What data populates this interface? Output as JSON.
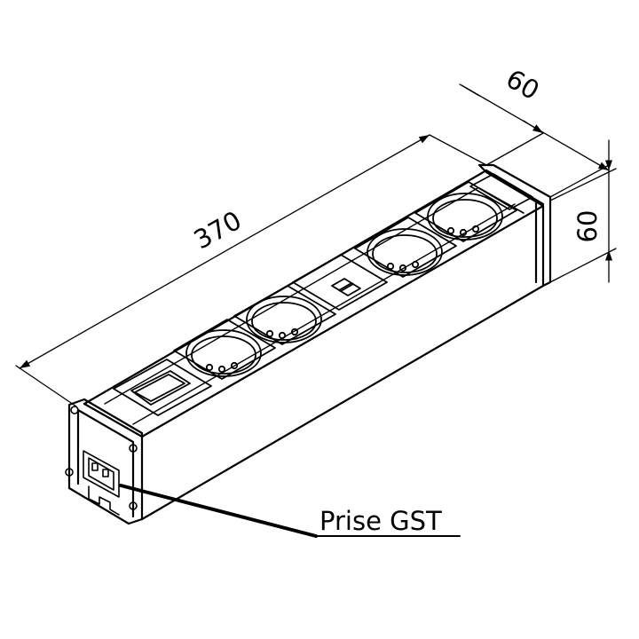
{
  "dimensions": {
    "length": "370",
    "depth": "60",
    "height": "60"
  },
  "callout": {
    "label": "Prise GST"
  },
  "colors": {
    "line": "#000000",
    "background": "#ffffff"
  }
}
